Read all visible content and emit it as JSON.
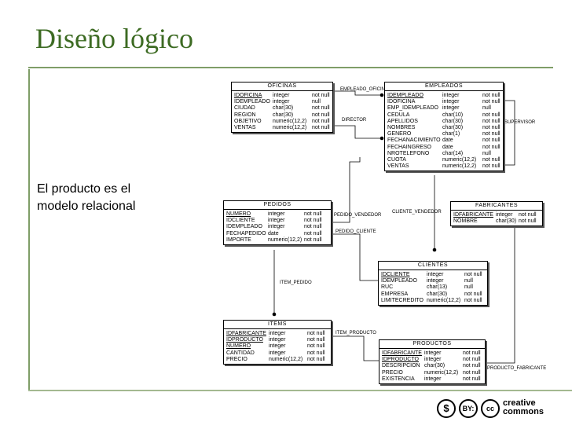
{
  "slide": {
    "title": "Diseño lógico",
    "subtitle": "El producto es el modelo relacional"
  },
  "entities": [
    {
      "name": "OFICINAS",
      "columns": [
        {
          "name": "IDOFICINA",
          "type": "integer",
          "null": "not null",
          "pk": true
        },
        {
          "name": "IDEMPLEADO",
          "type": "integer",
          "null": "null",
          "pk": false
        },
        {
          "name": "CIUDAD",
          "type": "char(30)",
          "null": "not null",
          "pk": false
        },
        {
          "name": "REGION",
          "type": "char(30)",
          "null": "not null",
          "pk": false
        },
        {
          "name": "OBJETIVO",
          "type": "numeric(12,2)",
          "null": "not null",
          "pk": false
        },
        {
          "name": "VENTAS",
          "type": "numeric(12,2)",
          "null": "not null",
          "pk": false
        }
      ]
    },
    {
      "name": "EMPLEADOS",
      "columns": [
        {
          "name": "IDEMPLEADO",
          "type": "integer",
          "null": "not null",
          "pk": true
        },
        {
          "name": "IDOFICINA",
          "type": "integer",
          "null": "not null",
          "pk": false
        },
        {
          "name": "EMP_IDEMPLEADO",
          "type": "integer",
          "null": "null",
          "pk": false
        },
        {
          "name": "CEDULA",
          "type": "char(10)",
          "null": "not null",
          "pk": false
        },
        {
          "name": "APELLIDOS",
          "type": "char(30)",
          "null": "not null",
          "pk": false
        },
        {
          "name": "NOMBRES",
          "type": "char(30)",
          "null": "not null",
          "pk": false
        },
        {
          "name": "GENERO",
          "type": "char(1)",
          "null": "not null",
          "pk": false
        },
        {
          "name": "FECHANACIMIENTO",
          "type": "date",
          "null": "not null",
          "pk": false
        },
        {
          "name": "FECHAINGRESO",
          "type": "date",
          "null": "not null",
          "pk": false
        },
        {
          "name": "NROTELEFONO",
          "type": "char(14)",
          "null": "null",
          "pk": false
        },
        {
          "name": "CUOTA",
          "type": "numeric(12,2)",
          "null": "not null",
          "pk": false
        },
        {
          "name": "VENTAS",
          "type": "numeric(12,2)",
          "null": "not null",
          "pk": false
        }
      ]
    },
    {
      "name": "PEDIDOS",
      "columns": [
        {
          "name": "NUMERO",
          "type": "integer",
          "null": "not null",
          "pk": true
        },
        {
          "name": "IDCLIENTE",
          "type": "integer",
          "null": "not null",
          "pk": false
        },
        {
          "name": "IDEMPLEADO",
          "type": "integer",
          "null": "not null",
          "pk": false
        },
        {
          "name": "FECHAPEDIDO",
          "type": "date",
          "null": "not null",
          "pk": false
        },
        {
          "name": "IMPORTE",
          "type": "numeric(12,2)",
          "null": "not null",
          "pk": false
        }
      ]
    },
    {
      "name": "FABRICANTES",
      "columns": [
        {
          "name": "IDFABRICANTE",
          "type": "integer",
          "null": "not null",
          "pk": true
        },
        {
          "name": "NOMBRE",
          "type": "char(30)",
          "null": "not null",
          "pk": false
        }
      ]
    },
    {
      "name": "CLIENTES",
      "columns": [
        {
          "name": "IDCLIENTE",
          "type": "integer",
          "null": "not null",
          "pk": true
        },
        {
          "name": "IDEMPLEADO",
          "type": "integer",
          "null": "null",
          "pk": false
        },
        {
          "name": "RUC",
          "type": "char(13)",
          "null": "null",
          "pk": false
        },
        {
          "name": "EMPRESA",
          "type": "char(30)",
          "null": "not null",
          "pk": false
        },
        {
          "name": "LIMITECREDITO",
          "type": "numeric(12,2)",
          "null": "not null",
          "pk": false
        }
      ]
    },
    {
      "name": "ITEMS",
      "columns": [
        {
          "name": "IDFABRICANTE",
          "type": "integer",
          "null": "not null",
          "pk": true
        },
        {
          "name": "IDPRODUCTO",
          "type": "integer",
          "null": "not null",
          "pk": true
        },
        {
          "name": "NUMERO",
          "type": "integer",
          "null": "not null",
          "pk": true
        },
        {
          "name": "CANTIDAD",
          "type": "integer",
          "null": "not null",
          "pk": false
        },
        {
          "name": "PRECIO",
          "type": "numeric(12,2)",
          "null": "not null",
          "pk": false
        }
      ]
    },
    {
      "name": "PRODUCTOS",
      "columns": [
        {
          "name": "IDFABRICANTE",
          "type": "integer",
          "null": "not null",
          "pk": true
        },
        {
          "name": "IDPRODUCTO",
          "type": "integer",
          "null": "not null",
          "pk": true
        },
        {
          "name": "DESCRIPCION",
          "type": "char(30)",
          "null": "not null",
          "pk": false
        },
        {
          "name": "PRECIO",
          "type": "numeric(12,2)",
          "null": "not null",
          "pk": false
        },
        {
          "name": "EXISTENCIA",
          "type": "integer",
          "null": "not null",
          "pk": false
        }
      ]
    }
  ],
  "relationships": [
    "EMPLEADO_OFICINA",
    "DIRECTOR",
    "SUPERVISOR",
    "CLIENTE_VENDEDOR",
    "PEDIDO_VENDEDOR",
    "PEDIDO_CLIENTE",
    "ITEM_PEDIDO",
    "ITEM_PRODUCTO",
    "PRODUCTO_FABRICANTE"
  ],
  "license": {
    "badge_dollar": "$",
    "badge_by": "BY:",
    "badge_cc": "cc",
    "text_line1": "creative",
    "text_line2": "commons"
  }
}
